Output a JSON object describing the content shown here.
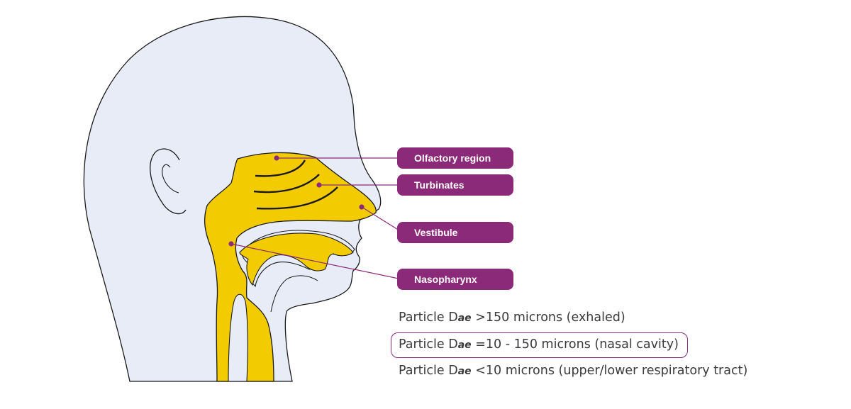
{
  "colors": {
    "head_fill": "#e8ecf6",
    "airway_fill": "#f2cc00",
    "outline": "#1a1a1a",
    "accent": "#8c2a7a",
    "text": "#3a3a3a"
  },
  "labels": [
    {
      "id": "olfactory",
      "text": "Olfactory region"
    },
    {
      "id": "turbinates",
      "text": "Turbinates"
    },
    {
      "id": "vestibule",
      "text": "Vestibule"
    },
    {
      "id": "nasopharynx",
      "text": "Nasopharynx"
    }
  ],
  "particles": [
    {
      "prefix": "Particle D",
      "sub": "ae",
      "rest": " >150 microns (exhaled)",
      "highlighted": false
    },
    {
      "prefix": "Particle D",
      "sub": "ae",
      "rest": " =10 - 150 microns (nasal cavity)",
      "highlighted": true
    },
    {
      "prefix": "Particle D",
      "sub": "ae",
      "rest": " <10 microns (upper/lower respiratory tract)",
      "highlighted": false
    }
  ]
}
